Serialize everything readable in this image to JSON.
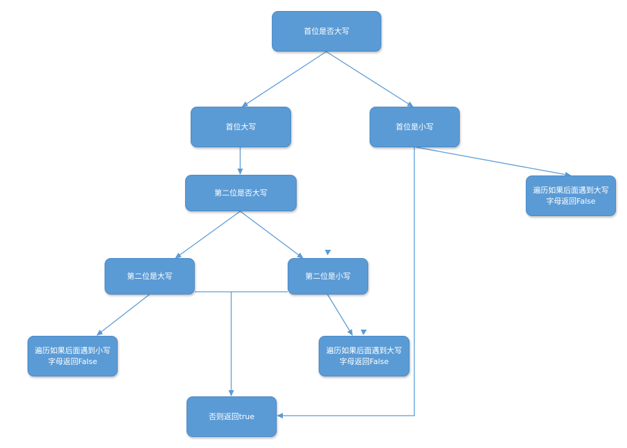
{
  "nodes": {
    "root": "首位是否大写",
    "first_upper": "首位大写",
    "first_lower": "首位是小写",
    "loop_upper_right": "遍历如果后面遇到大写字母返回False",
    "second_check": "第二位是否大写",
    "second_upper": "第二位是大写",
    "second_lower": "第二位是小写",
    "loop_lower_left": "遍历如果后面遇到小写字母返回False",
    "loop_upper_mid": "遍历如果后面遇到大写字母返回False",
    "return_true": "否则返回true"
  },
  "colors": {
    "node_fill": "#5b9bd5",
    "line": "#5b9bd5",
    "text": "#ffffff"
  }
}
